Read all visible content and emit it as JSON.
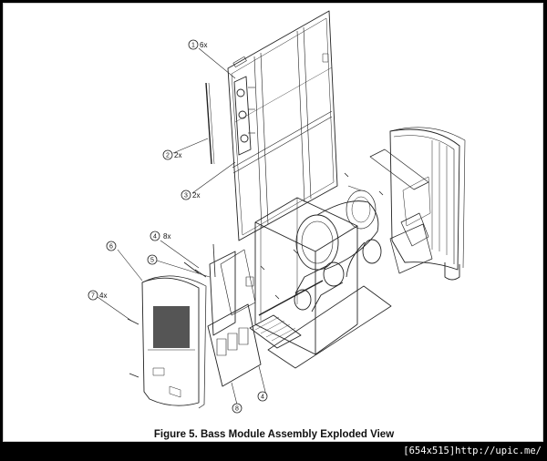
{
  "figure": {
    "caption": "Figure 5. Bass Module Assembly Exploded View",
    "callouts": [
      {
        "num": "1",
        "qty": "6x"
      },
      {
        "num": "2",
        "qty": "2x"
      },
      {
        "num": "3",
        "qty": "2x"
      },
      {
        "num": "4",
        "qty": "8x"
      },
      {
        "num": "5",
        "qty": ""
      },
      {
        "num": "6",
        "qty": ""
      },
      {
        "num": "7",
        "qty": "4x"
      },
      {
        "num": "8",
        "qty": ""
      },
      {
        "num": "4",
        "qty": ""
      }
    ]
  },
  "watermark": "[654x515]http://upic.me/"
}
